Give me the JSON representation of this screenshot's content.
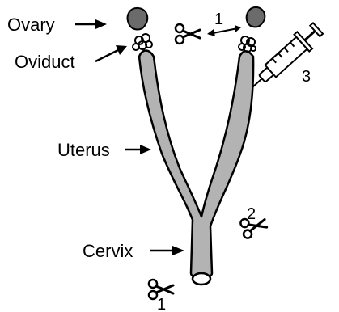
{
  "labels": {
    "ovary": "Ovary",
    "oviduct": "Oviduct",
    "uterus": "Uterus",
    "cervix": "Cervix"
  },
  "steps": {
    "step1_top": "1",
    "step1_bottom": "1",
    "step2": "2",
    "step3": "3"
  },
  "colors": {
    "tissue": "#b3b3b3",
    "ovary": "#6b6b6b",
    "outline": "#000000"
  },
  "icons": {
    "scissors": "scissors-icon",
    "syringe": "syringe-icon"
  }
}
